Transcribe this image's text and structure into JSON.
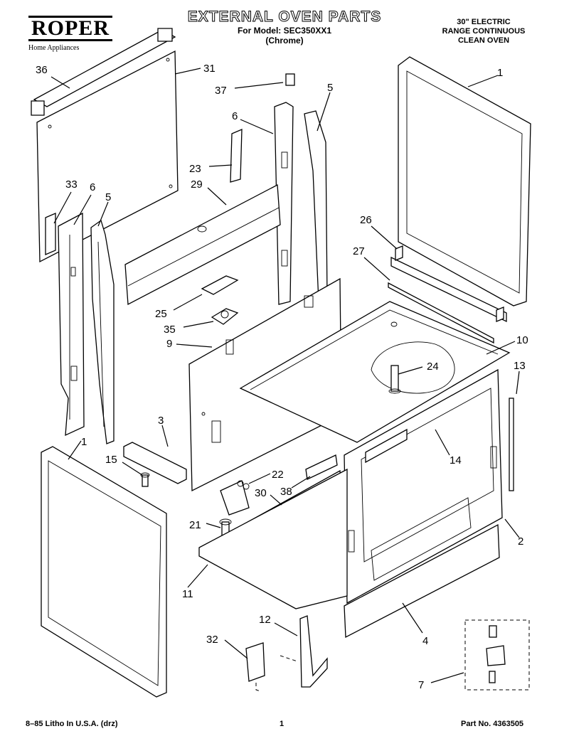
{
  "header": {
    "brand": "ROPER",
    "brand_tagline": "Home Appliances",
    "title": "EXTERNAL OVEN PARTS",
    "model_line": "For Model: SEC350XX1",
    "finish": "(Chrome)",
    "subtitle_lines": [
      "30\" ELECTRIC",
      "RANGE CONTINUOUS",
      "CLEAN OVEN"
    ]
  },
  "callouts": {
    "c36": "36",
    "c31": "31",
    "c37": "37",
    "c5a": "5",
    "c1a": "1",
    "c6a": "6",
    "c23": "23",
    "c29": "29",
    "c33": "33",
    "c6b": "6",
    "c5b": "5",
    "c26": "26",
    "c27": "27",
    "c25": "25",
    "c35": "35",
    "c9": "9",
    "c10": "10",
    "c24": "24",
    "c13": "13",
    "c3": "3",
    "c1b": "1",
    "c15": "15",
    "c22": "22",
    "c14": "14",
    "c38": "38",
    "c30": "30",
    "c21": "21",
    "c2": "2",
    "c11": "11",
    "c12": "12",
    "c4": "4",
    "c32": "32",
    "c7": "7"
  },
  "footer": {
    "left": "8–85 Litho In U.S.A. (drz)",
    "center": "1",
    "right": "Part No. 4363505"
  }
}
